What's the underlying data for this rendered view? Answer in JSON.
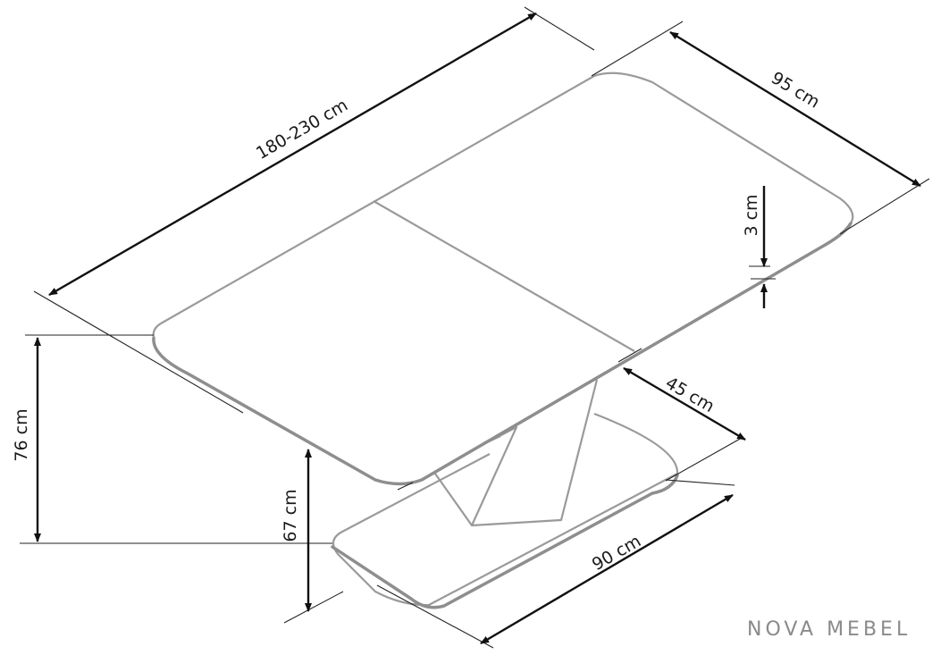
{
  "dimensions": {
    "length": "180-230 cm",
    "width": "95 cm",
    "top_thickness": "3 cm",
    "height": "76 cm",
    "clearance": "67 cm",
    "extension": "45 cm",
    "base_length": "90 cm"
  },
  "brand": "NOVA MEBEL",
  "colors": {
    "outline": "#8e8e8e",
    "dimension_line": "#111111",
    "brand_text": "#8a8a8a"
  }
}
